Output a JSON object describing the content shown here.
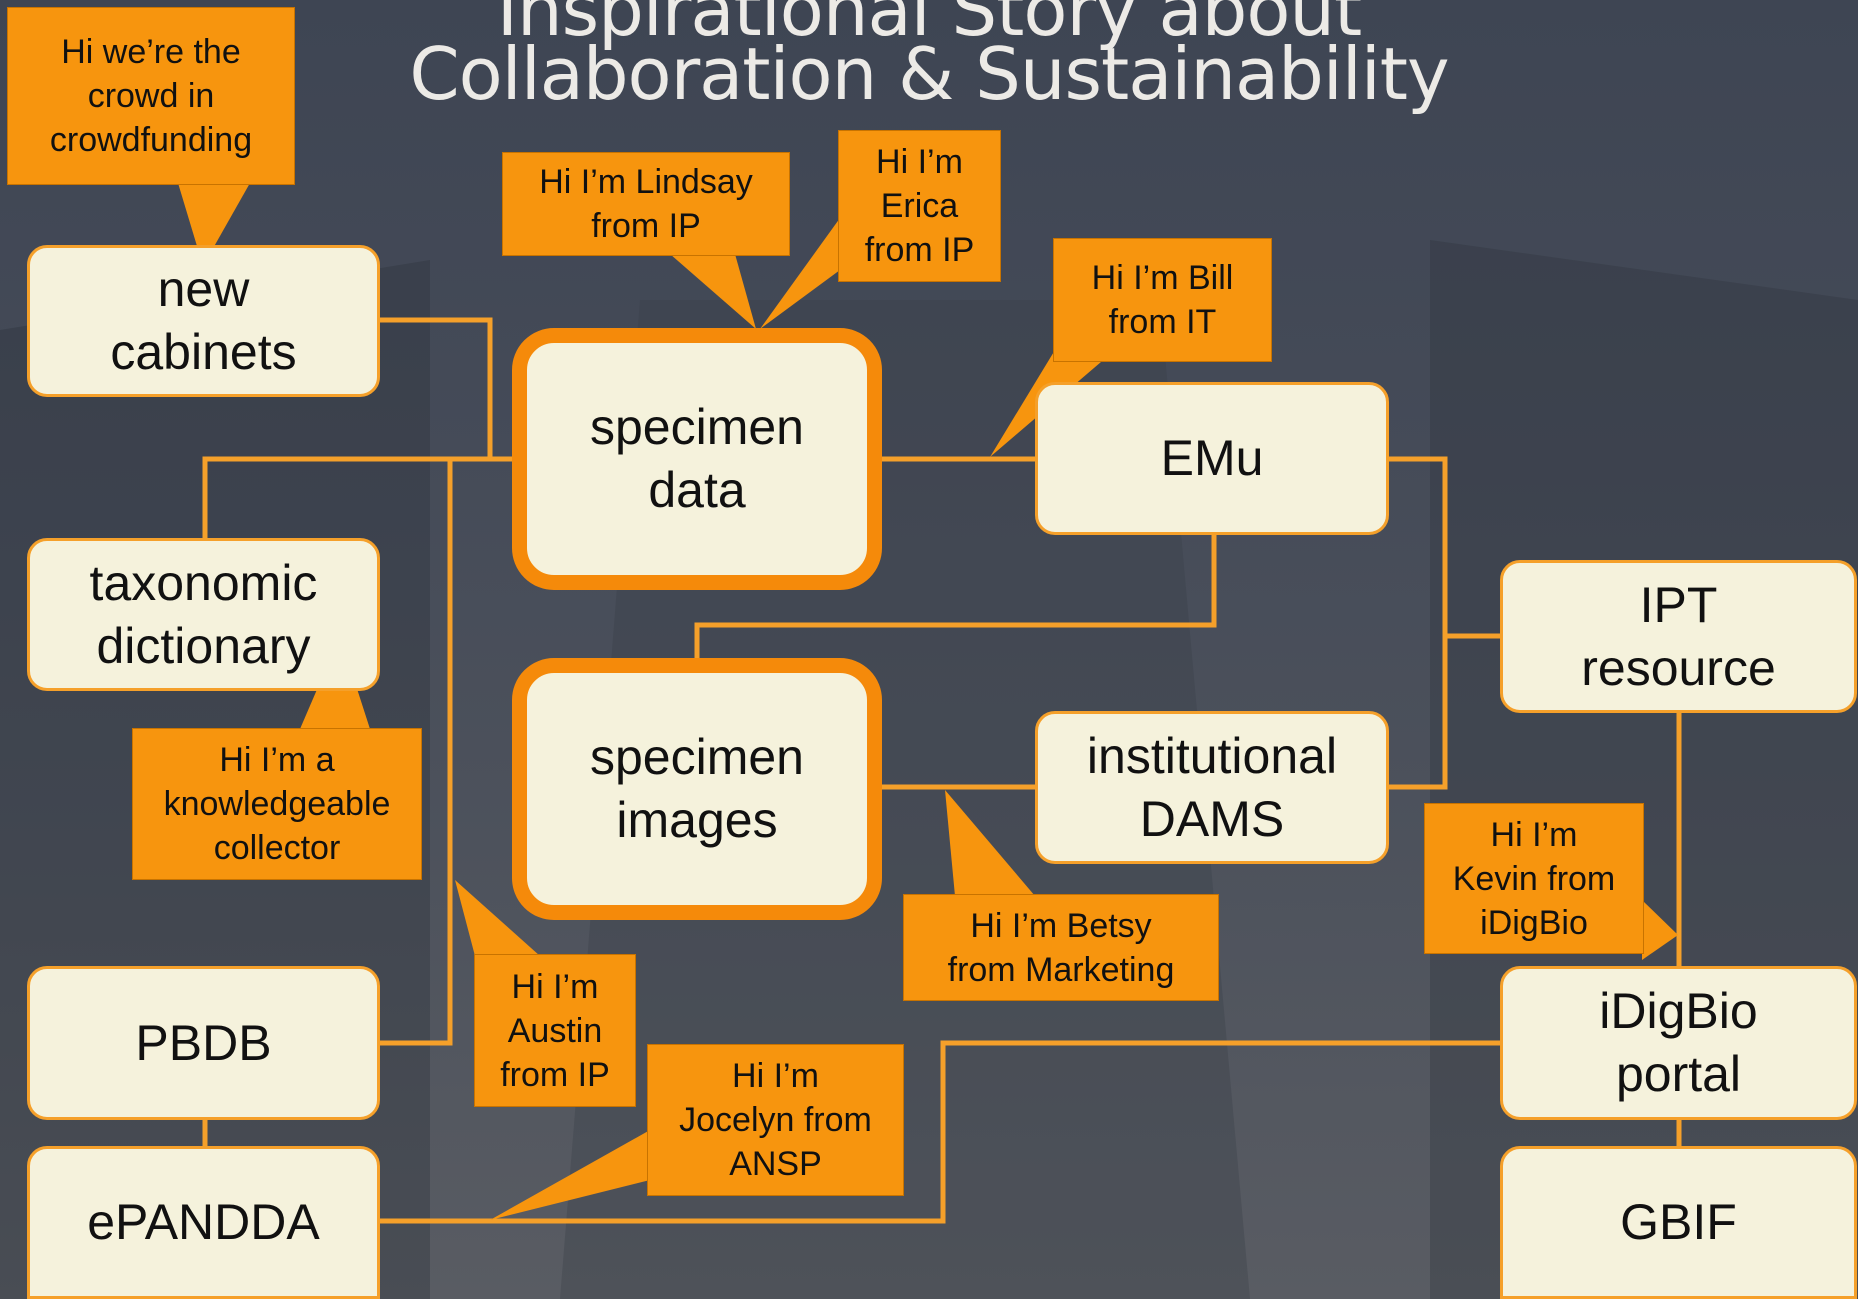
{
  "title": {
    "line1": "Inspirational Story about",
    "line2": "Collaboration & Sustainability"
  },
  "nodes": {
    "new_cabinets": "new\ncabinets",
    "specimen_data": "specimen\ndata",
    "emu": "EMu",
    "taxonomic_dictionary": "taxonomic\ndictionary",
    "ipt_resource": "IPT\nresource",
    "specimen_images": "specimen\nimages",
    "institutional_dams": "institutional\nDAMS",
    "pbdb": "PBDB",
    "idigbio_portal": "iDigBio\nportal",
    "epandda": "ePANDDA",
    "gbif": "GBIF"
  },
  "callouts": {
    "crowd": "Hi we’re the\ncrowd in\ncrowdfunding",
    "lindsay": "Hi I’m Lindsay\nfrom IP",
    "erica": "Hi I’m\nErica\nfrom IP",
    "bill": "Hi I’m Bill\nfrom IT",
    "collector": "Hi I’m a\nknowledgeable\ncollector",
    "betsy": "Hi I’m Betsy\nfrom Marketing",
    "kevin": "Hi I’m\nKevin from\niDigBio",
    "austin": "Hi I’m\nAustin\nfrom IP",
    "jocelyn": "Hi I’m\nJocelyn from\nANSP"
  },
  "colors": {
    "node_fill": "#f5f2dc",
    "accent_orange": "#f7950e",
    "connector": "#f5a02a",
    "title_text": "#eceae6",
    "background": "#454b58"
  }
}
